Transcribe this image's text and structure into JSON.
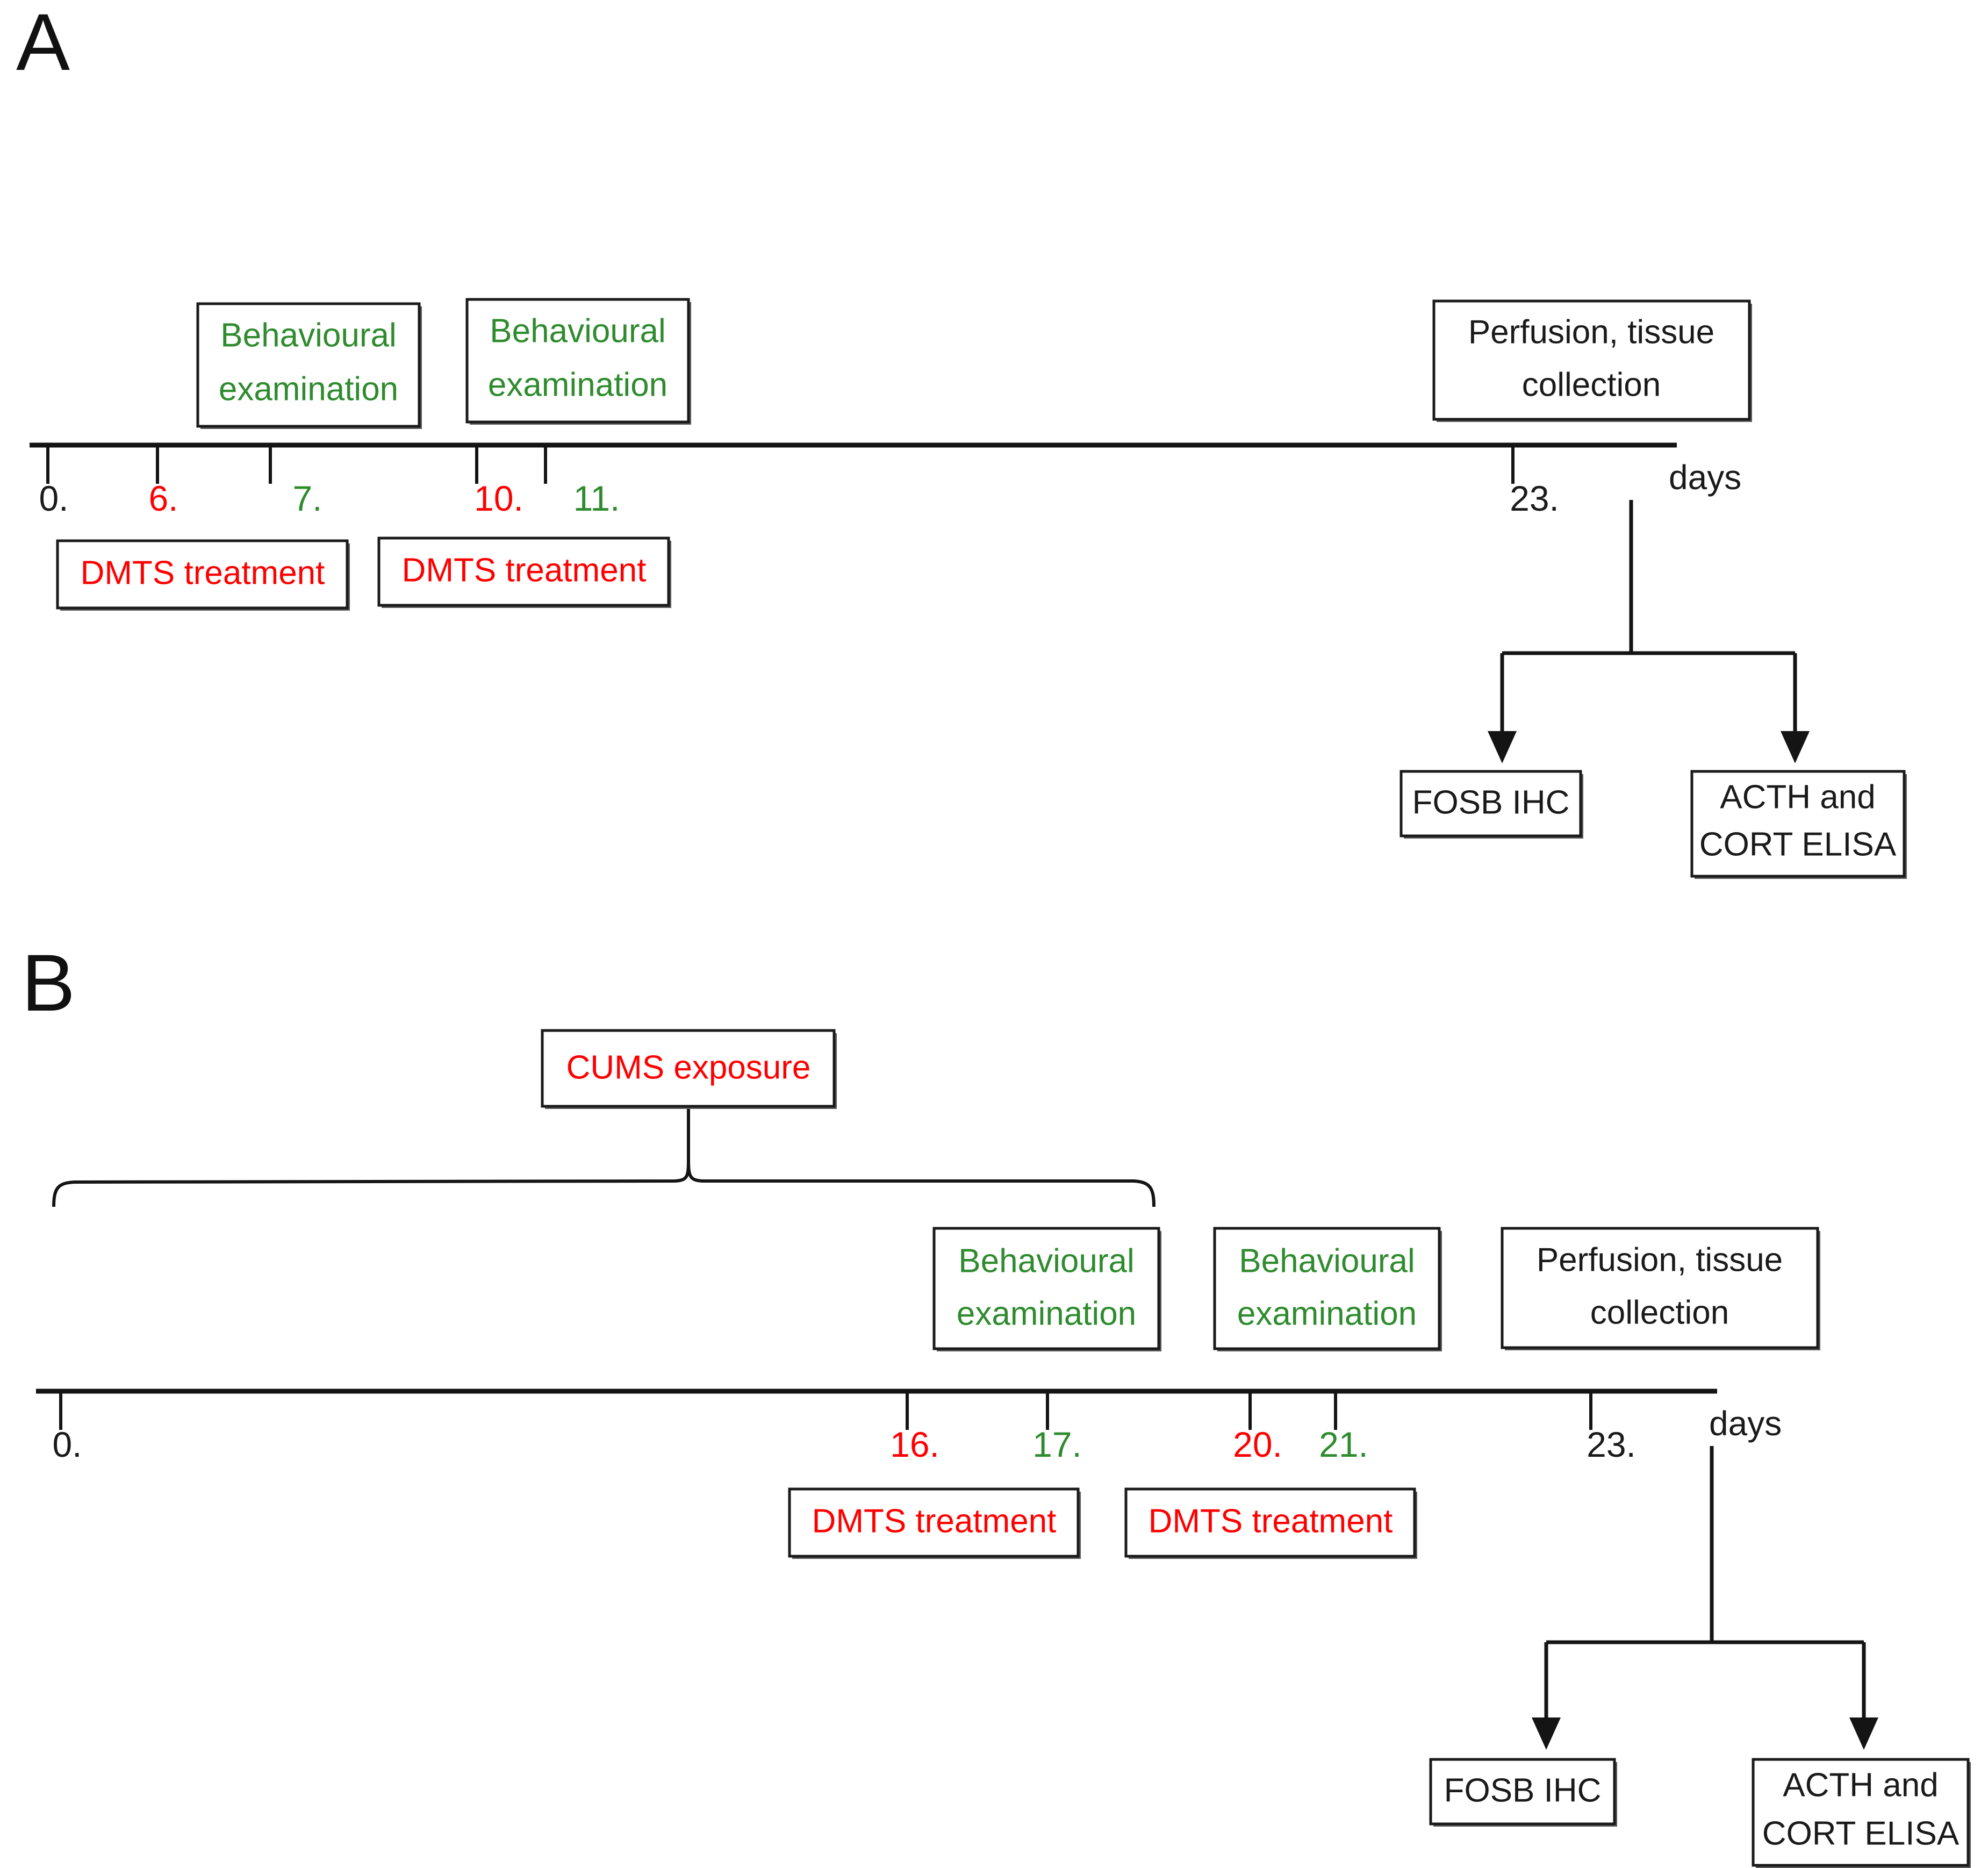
{
  "figure": {
    "type": "experimental-timeline-diagram",
    "colors": {
      "green": "#2e8b2e",
      "red": "#ff0000",
      "black": "#1a1a1a",
      "background": "#ffffff"
    }
  },
  "panels": [
    {
      "letter": "A",
      "axis_unit": "days",
      "timeline": {
        "ticks": [
          {
            "day": "0.",
            "color": "black"
          },
          {
            "day": "6.",
            "color": "red"
          },
          {
            "day": "7.",
            "color": "green"
          },
          {
            "day": "10.",
            "color": "red"
          },
          {
            "day": "11.",
            "color": "green"
          },
          {
            "day": "23.",
            "color": "black"
          }
        ]
      },
      "above_boxes": [
        {
          "lines": [
            "Behavioural",
            "examination"
          ],
          "color": "green"
        },
        {
          "lines": [
            "Behavioural",
            "examination"
          ],
          "color": "green"
        },
        {
          "lines": [
            "Perfusion, tissue",
            "collection"
          ],
          "color": "black"
        }
      ],
      "below_boxes": [
        {
          "lines": [
            "DMTS treatment"
          ],
          "color": "red"
        },
        {
          "lines": [
            "DMTS treatment"
          ],
          "color": "red"
        }
      ],
      "endpoint_boxes": [
        {
          "lines": [
            "FOSB IHC"
          ],
          "color": "black"
        },
        {
          "lines": [
            "ACTH and",
            "CORT ELISA"
          ],
          "color": "black"
        }
      ]
    },
    {
      "letter": "B",
      "axis_unit": "days",
      "brace_box": {
        "lines": [
          "CUMS exposure"
        ],
        "color": "red"
      },
      "timeline": {
        "ticks": [
          {
            "day": "0.",
            "color": "black"
          },
          {
            "day": "16.",
            "color": "red"
          },
          {
            "day": "17.",
            "color": "green"
          },
          {
            "day": "20.",
            "color": "red"
          },
          {
            "day": "21.",
            "color": "green"
          },
          {
            "day": "23.",
            "color": "black"
          }
        ]
      },
      "above_boxes": [
        {
          "lines": [
            "Behavioural",
            "examination"
          ],
          "color": "green"
        },
        {
          "lines": [
            "Behavioural",
            "examination"
          ],
          "color": "green"
        },
        {
          "lines": [
            "Perfusion, tissue",
            "collection"
          ],
          "color": "black"
        }
      ],
      "below_boxes": [
        {
          "lines": [
            "DMTS treatment"
          ],
          "color": "red"
        },
        {
          "lines": [
            "DMTS treatment"
          ],
          "color": "red"
        }
      ],
      "endpoint_boxes": [
        {
          "lines": [
            "FOSB IHC"
          ],
          "color": "black"
        },
        {
          "lines": [
            "ACTH and",
            "CORT ELISA"
          ],
          "color": "black"
        }
      ]
    }
  ]
}
